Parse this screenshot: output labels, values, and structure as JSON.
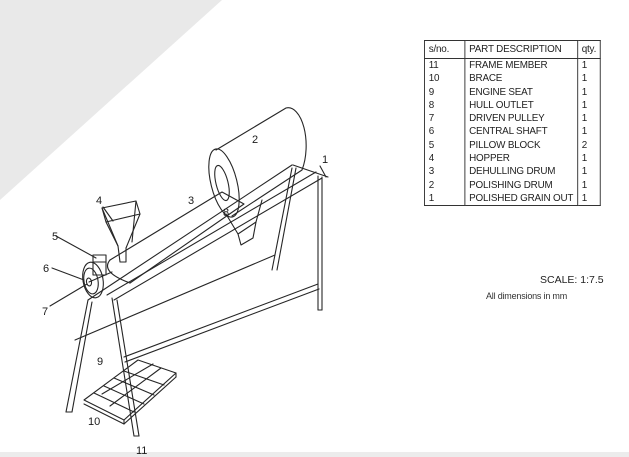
{
  "table": {
    "headers": {
      "no": "s/no.",
      "desc": "PART DESCRIPTION",
      "qty": "qty."
    },
    "rows": [
      {
        "no": "11",
        "desc": "FRAME MEMBER",
        "qty": "1"
      },
      {
        "no": "10",
        "desc": "BRACE",
        "qty": "1"
      },
      {
        "no": "9",
        "desc": "ENGINE SEAT",
        "qty": "1"
      },
      {
        "no": "8",
        "desc": "HULL OUTLET",
        "qty": "1"
      },
      {
        "no": "7",
        "desc": "DRIVEN PULLEY",
        "qty": "1"
      },
      {
        "no": "6",
        "desc": "CENTRAL SHAFT",
        "qty": "1"
      },
      {
        "no": "5",
        "desc": "PILLOW BLOCK",
        "qty": "2"
      },
      {
        "no": "4",
        "desc": "HOPPER",
        "qty": "1"
      },
      {
        "no": "3",
        "desc": "DEHULLING DRUM",
        "qty": "1"
      },
      {
        "no": "2",
        "desc": "POLISHING DRUM",
        "qty": "1"
      },
      {
        "no": "1",
        "desc": "POLISHED GRAIN OUT",
        "qty": "1"
      }
    ]
  },
  "scale": "SCALE: 1:7.5",
  "dimension_note": "All dimensions in mm",
  "callouts": {
    "c1": "1",
    "c2": "2",
    "c3": "3",
    "c4": "4",
    "c5": "5",
    "c6": "6",
    "c7": "7",
    "c8": "8",
    "c9": "9",
    "c10": "10",
    "c11": "11"
  }
}
